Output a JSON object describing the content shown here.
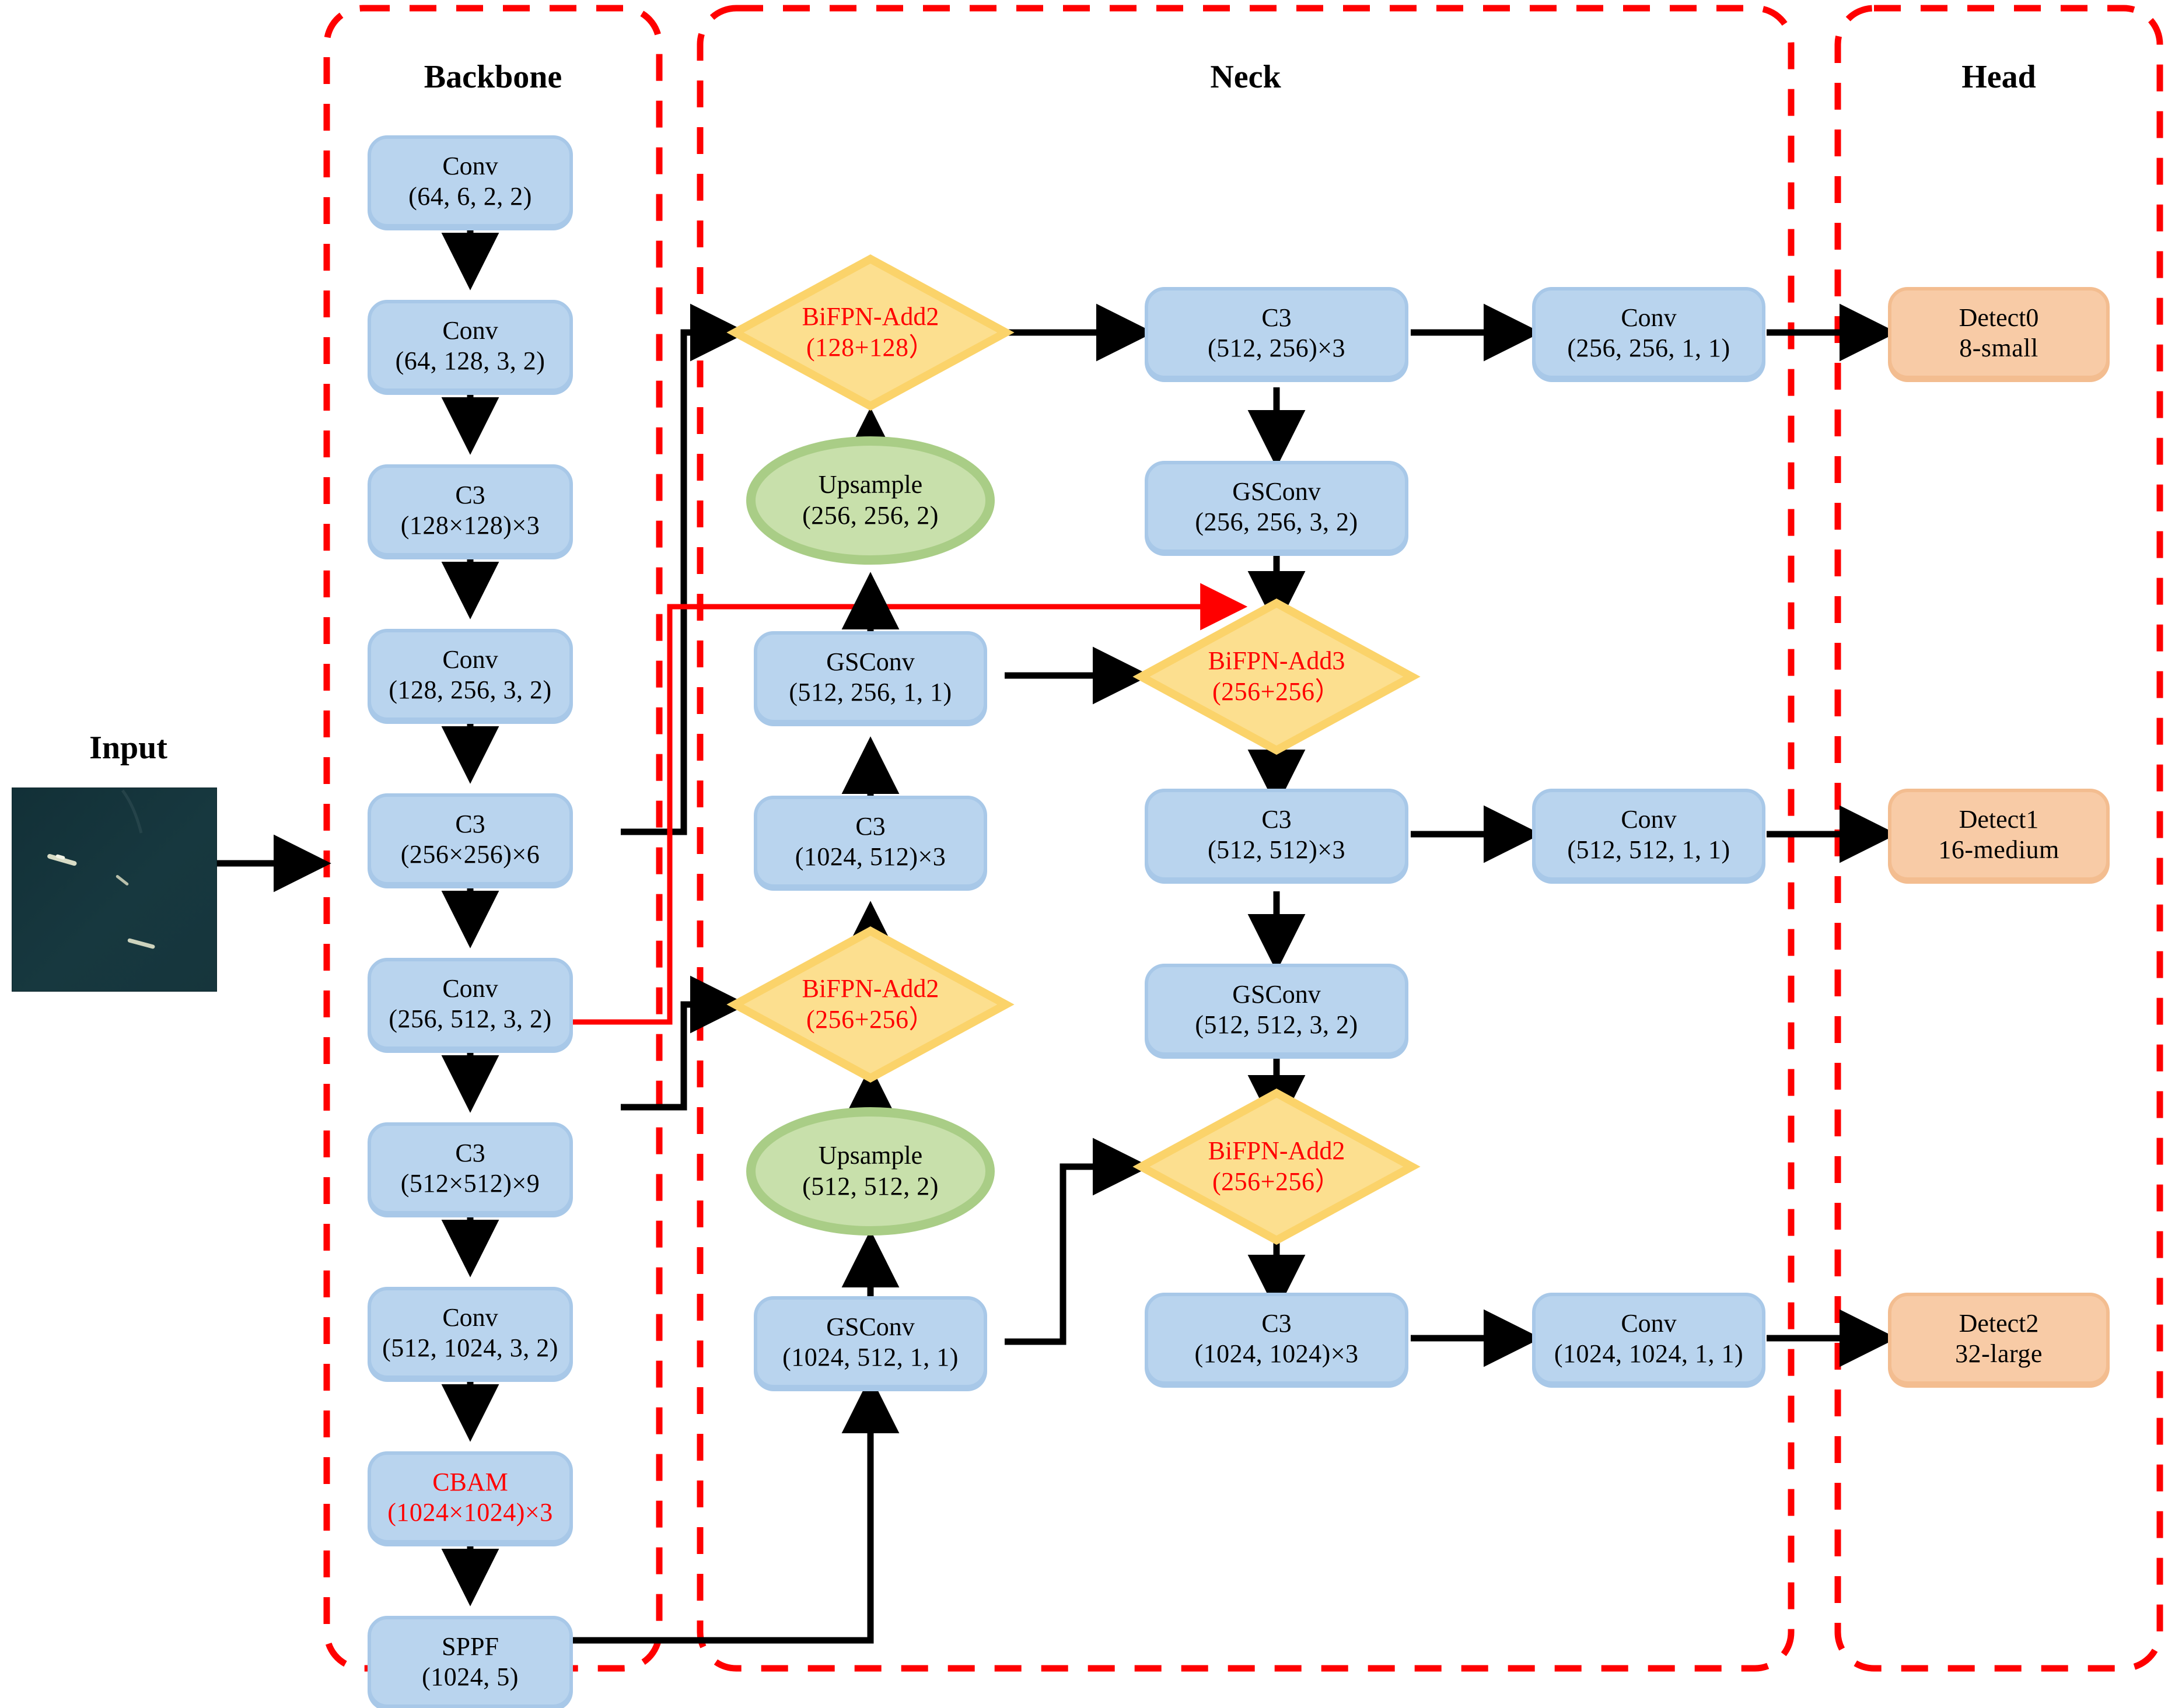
{
  "sections": {
    "backbone": {
      "title": "Backbone"
    },
    "neck": {
      "title": "Neck"
    },
    "head": {
      "title": "Head"
    }
  },
  "input": {
    "label": "Input",
    "image_description": "dark teal sea satellite image with small bright ship targets"
  },
  "colors": {
    "box_fill": "#b9d4ee",
    "box_border": "#a8c8e8",
    "detect_fill": "#f8cba6",
    "detect_border": "#f3bd90",
    "diamond_fill": "#fcdf8f",
    "diamond_border": "#fbd36a",
    "ellipse_fill": "#c8e0ab",
    "ellipse_border": "#a9cd86",
    "red": "#ff0000",
    "arrow": "#000000",
    "input_image": "#16353c"
  },
  "backbone": {
    "nodes": [
      {
        "id": "bb-conv1",
        "type": "box",
        "line1": "Conv",
        "line2": "(64,  6,  2,  2)"
      },
      {
        "id": "bb-conv2",
        "type": "box",
        "line1": "Conv",
        "line2": "(64,  128,  3,  2)"
      },
      {
        "id": "bb-c3-1",
        "type": "box",
        "line1": "C3",
        "line2": "(128×128)×3"
      },
      {
        "id": "bb-conv3",
        "type": "box",
        "line1": "Conv",
        "line2": "(128,  256,  3,  2)"
      },
      {
        "id": "bb-c3-2",
        "type": "box",
        "line1": "C3",
        "line2": "(256×256)×6"
      },
      {
        "id": "bb-conv4",
        "type": "box",
        "line1": "Conv",
        "line2": "(256,  512,  3,  2)"
      },
      {
        "id": "bb-c3-3",
        "type": "box",
        "line1": "C3",
        "line2": "(512×512)×9"
      },
      {
        "id": "bb-conv5",
        "type": "box",
        "line1": "Conv",
        "line2": "(512,  1024,  3,  2)"
      },
      {
        "id": "bb-cbam",
        "type": "box",
        "line1": "CBAM",
        "line2": "(1024×1024)×3",
        "red": true
      },
      {
        "id": "bb-sppf",
        "type": "box",
        "line1": "SPPF",
        "line2": "(1024,  5)"
      }
    ]
  },
  "neck": {
    "mid_column": [
      {
        "id": "nk-bifpn-a",
        "type": "diamond",
        "line1": "BiFPN-Add2",
        "line2": "(128+128）",
        "red": true
      },
      {
        "id": "nk-ups-1",
        "type": "ellipse",
        "line1": "Upsample",
        "line2": "(256,  256,  2)"
      },
      {
        "id": "nk-gsconv-1",
        "type": "box",
        "line1": "GSConv",
        "line2": "(512,  256,  1,  1)"
      },
      {
        "id": "nk-c3-1",
        "type": "box",
        "line1": "C3",
        "line2": "(1024,  512)×3"
      },
      {
        "id": "nk-bifpn-b",
        "type": "diamond",
        "line1": "BiFPN-Add2",
        "line2": "(256+256）",
        "red": true
      },
      {
        "id": "nk-ups-2",
        "type": "ellipse",
        "line1": "Upsample",
        "line2": "(512,  512,  2)"
      },
      {
        "id": "nk-gsconv-2",
        "type": "box",
        "line1": "GSConv",
        "line2": "(1024,  512,  1,  1)"
      }
    ],
    "right_column": [
      {
        "id": "nk-c3-2",
        "type": "box",
        "line1": "C3",
        "line2": "(512,  256)×3"
      },
      {
        "id": "nk-gsconv-3",
        "type": "box",
        "line1": "GSConv",
        "line2": "(256,  256,  3,  2)"
      },
      {
        "id": "nk-bifpn-c",
        "type": "diamond",
        "line1": "BiFPN-Add3",
        "line2": "(256+256）",
        "red": true
      },
      {
        "id": "nk-c3-3",
        "type": "box",
        "line1": "C3",
        "line2": "(512,  512)×3"
      },
      {
        "id": "nk-gsconv-4",
        "type": "box",
        "line1": "GSConv",
        "line2": "(512,  512,  3,  2)"
      },
      {
        "id": "nk-bifpn-d",
        "type": "diamond",
        "line1": "BiFPN-Add2",
        "line2": "(256+256）",
        "red": true
      },
      {
        "id": "nk-c3-4",
        "type": "box",
        "line1": "C3",
        "line2": "(1024,  1024)×3"
      }
    ],
    "out_column": [
      {
        "id": "nk-out-1",
        "type": "box",
        "line1": "Conv",
        "line2": "(256,  256,  1,  1)"
      },
      {
        "id": "nk-out-2",
        "type": "box",
        "line1": "Conv",
        "line2": "(512,  512,  1,  1)"
      },
      {
        "id": "nk-out-3",
        "type": "box",
        "line1": "Conv",
        "line2": "(1024,  1024,  1,  1)"
      }
    ]
  },
  "head": {
    "nodes": [
      {
        "id": "hd-detect0",
        "type": "detect",
        "line1": "Detect0",
        "line2": "8-small"
      },
      {
        "id": "hd-detect1",
        "type": "detect",
        "line1": "Detect1",
        "line2": "16-medium"
      },
      {
        "id": "hd-detect2",
        "type": "detect",
        "line1": "Detect2",
        "line2": "32-large"
      }
    ]
  }
}
